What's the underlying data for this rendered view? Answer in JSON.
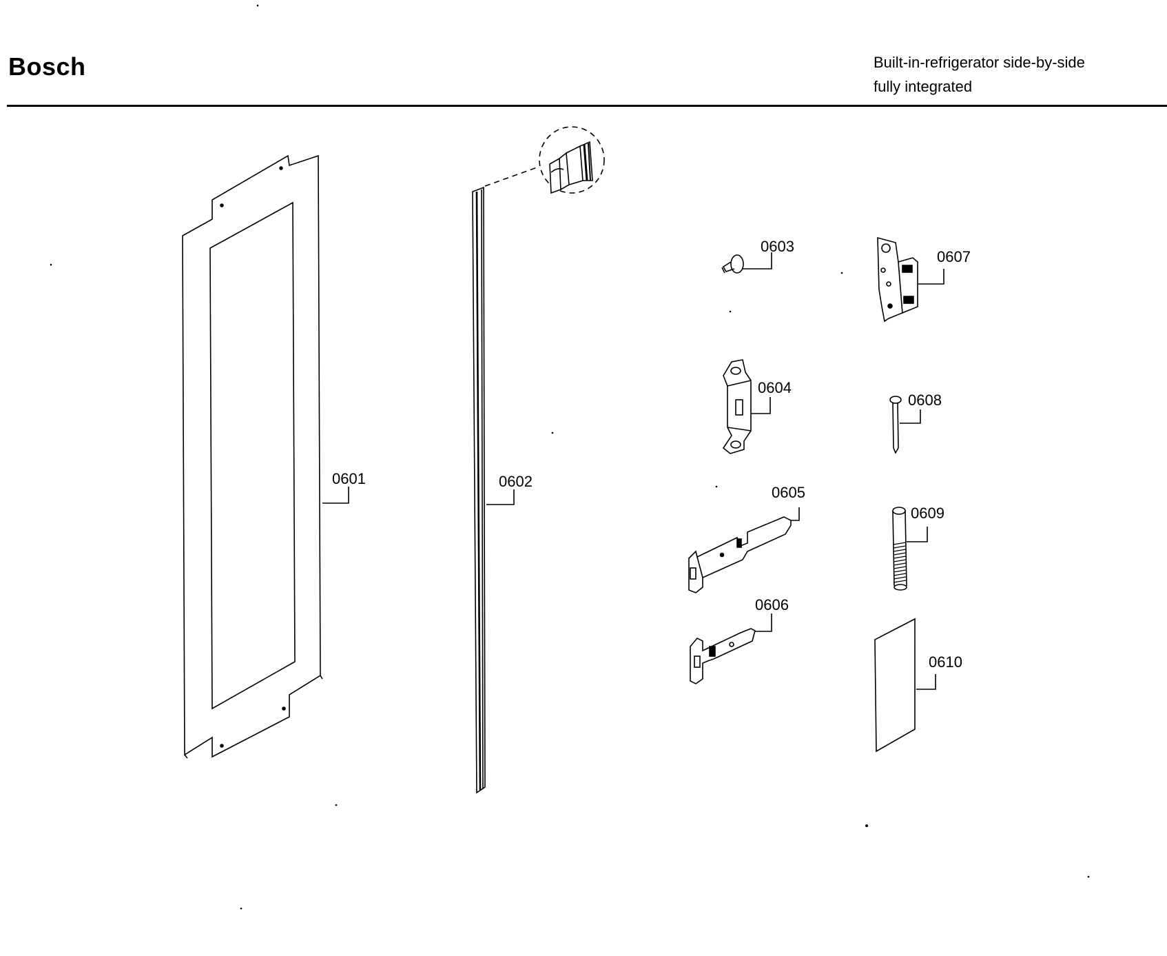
{
  "header": {
    "brand": "Bosch",
    "subtitle_line1": "Built-in-refrigerator side-by-side",
    "subtitle_line2": "fully integrated"
  },
  "parts": [
    {
      "id": "0601",
      "name": "door-panel-frame"
    },
    {
      "id": "0602",
      "name": "door-seal-strip"
    },
    {
      "id": "0603",
      "name": "plug-pin"
    },
    {
      "id": "0604",
      "name": "bracket"
    },
    {
      "id": "0605",
      "name": "hinge-plate-long"
    },
    {
      "id": "0606",
      "name": "hinge-plate-short"
    },
    {
      "id": "0607",
      "name": "hinge-bracket"
    },
    {
      "id": "0608",
      "name": "nail-pin"
    },
    {
      "id": "0609",
      "name": "threaded-bolt"
    },
    {
      "id": "0610",
      "name": "sheet-card"
    }
  ]
}
